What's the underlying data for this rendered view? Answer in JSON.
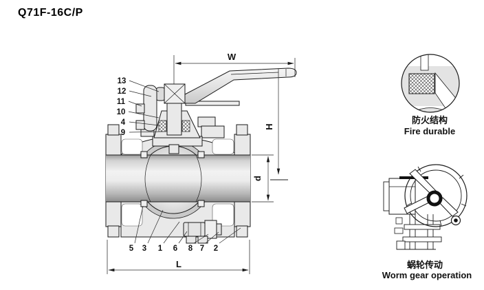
{
  "title": "Q71F-16C/P",
  "dims": {
    "width": "W",
    "height": "H",
    "bore": "d",
    "length": "L"
  },
  "parts": {
    "left": [
      "13",
      "12",
      "11",
      "10",
      "4",
      "9"
    ],
    "bottom": [
      "5",
      "3",
      "1",
      "6",
      "8",
      "7",
      "2"
    ]
  },
  "details": {
    "fire": {
      "zh": "防火结构",
      "en": "Fire durable"
    },
    "worm": {
      "zh": "蜗轮传动",
      "en": "Worm gear operation"
    }
  },
  "colors": {
    "line": "#1a1a1a",
    "body_fill": "#e9e9e9",
    "background": "#ffffff"
  }
}
